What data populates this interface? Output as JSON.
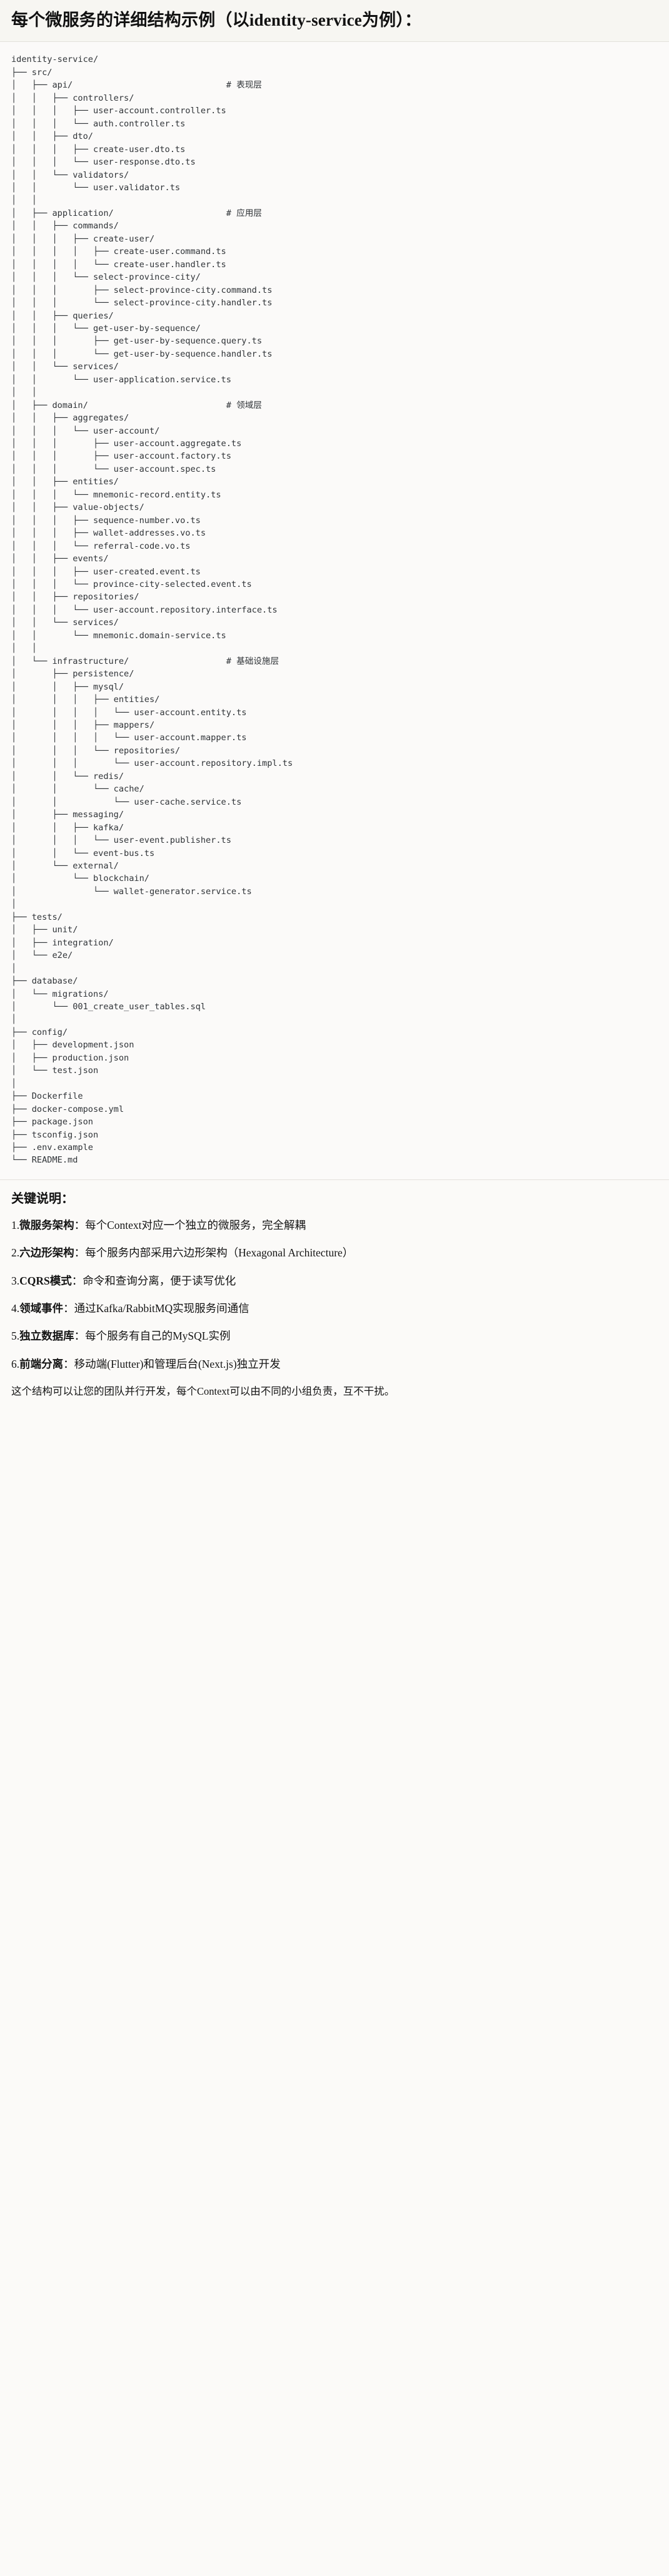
{
  "header": {
    "title": "每个微服务的详细结构示例（以identity-service为例）："
  },
  "tree": {
    "root": "identity-service/",
    "comments": {
      "api": "# 表现层",
      "application": "# 应用层",
      "domain": "# 领域层",
      "infrastructure": "# 基础设施层"
    },
    "text": "identity-service/\n├── src/\n│   ├── api/                              # 表现层\n│   │   ├── controllers/\n│   │   │   ├── user-account.controller.ts\n│   │   │   └── auth.controller.ts\n│   │   ├── dto/\n│   │   │   ├── create-user.dto.ts\n│   │   │   └── user-response.dto.ts\n│   │   └── validators/\n│   │       └── user.validator.ts\n│   │\n│   ├── application/                      # 应用层\n│   │   ├── commands/\n│   │   │   ├── create-user/\n│   │   │   │   ├── create-user.command.ts\n│   │   │   │   └── create-user.handler.ts\n│   │   │   └── select-province-city/\n│   │   │       ├── select-province-city.command.ts\n│   │   │       └── select-province-city.handler.ts\n│   │   ├── queries/\n│   │   │   └── get-user-by-sequence/\n│   │   │       ├── get-user-by-sequence.query.ts\n│   │   │       └── get-user-by-sequence.handler.ts\n│   │   └── services/\n│   │       └── user-application.service.ts\n│   │\n│   ├── domain/                           # 领域层\n│   │   ├── aggregates/\n│   │   │   └── user-account/\n│   │   │       ├── user-account.aggregate.ts\n│   │   │       ├── user-account.factory.ts\n│   │   │       └── user-account.spec.ts\n│   │   ├── entities/\n│   │   │   └── mnemonic-record.entity.ts\n│   │   ├── value-objects/\n│   │   │   ├── sequence-number.vo.ts\n│   │   │   ├── wallet-addresses.vo.ts\n│   │   │   └── referral-code.vo.ts\n│   │   ├── events/\n│   │   │   ├── user-created.event.ts\n│   │   │   └── province-city-selected.event.ts\n│   │   ├── repositories/\n│   │   │   └── user-account.repository.interface.ts\n│   │   └── services/\n│   │       └── mnemonic.domain-service.ts\n│   │\n│   └── infrastructure/                   # 基础设施层\n│       ├── persistence/\n│       │   ├── mysql/\n│       │   │   ├── entities/\n│       │   │   │   └── user-account.entity.ts\n│       │   │   ├── mappers/\n│       │   │   │   └── user-account.mapper.ts\n│       │   │   └── repositories/\n│       │   │       └── user-account.repository.impl.ts\n│       │   └── redis/\n│       │       └── cache/\n│       │           └── user-cache.service.ts\n│       ├── messaging/\n│       │   ├── kafka/\n│       │   │   └── user-event.publisher.ts\n│       │   └── event-bus.ts\n│       └── external/\n│           └── blockchain/\n│               └── wallet-generator.service.ts\n│\n├── tests/\n│   ├── unit/\n│   ├── integration/\n│   └── e2e/\n│\n├── database/\n│   └── migrations/\n│       └── 001_create_user_tables.sql\n│\n├── config/\n│   ├── development.json\n│   ├── production.json\n│   └── test.json\n│\n├── Dockerfile\n├── docker-compose.yml\n├── package.json\n├── tsconfig.json\n├── .env.example\n└── README.md"
  },
  "notes": {
    "title": "关键说明：",
    "items": [
      {
        "num": "1.",
        "label": "微服务架构",
        "sep": "：",
        "desc": "每个Context对应一个独立的微服务，完全解耦"
      },
      {
        "num": "2.",
        "label": "六边形架构",
        "sep": "：",
        "desc": "每个服务内部采用六边形架构（Hexagonal Architecture）"
      },
      {
        "num": "3.",
        "label": "CQRS模式",
        "sep": "：",
        "desc": "命令和查询分离，便于读写优化"
      },
      {
        "num": "4.",
        "label": "领域事件",
        "sep": "：",
        "desc": "通过Kafka/RabbitMQ实现服务间通信"
      },
      {
        "num": "5.",
        "label": "独立数据库",
        "sep": "：",
        "desc": "每个服务有自己的MySQL实例"
      },
      {
        "num": "6.",
        "label": "前端分离",
        "sep": "：",
        "desc": "移动端(Flutter)和管理后台(Next.js)独立开发"
      }
    ],
    "closing": "这个结构可以让您的团队并行开发，每个Context可以由不同的小组负责，互不干扰。"
  },
  "colors": {
    "page_bg": "#fbfaf8",
    "header_bg": "#f7f6f2",
    "code_bg": "#fbfaf9",
    "divider": "#e3e1dc",
    "text": "#1b1b1b",
    "code_text": "#2f3337",
    "comment_text": "#6a717a"
  }
}
